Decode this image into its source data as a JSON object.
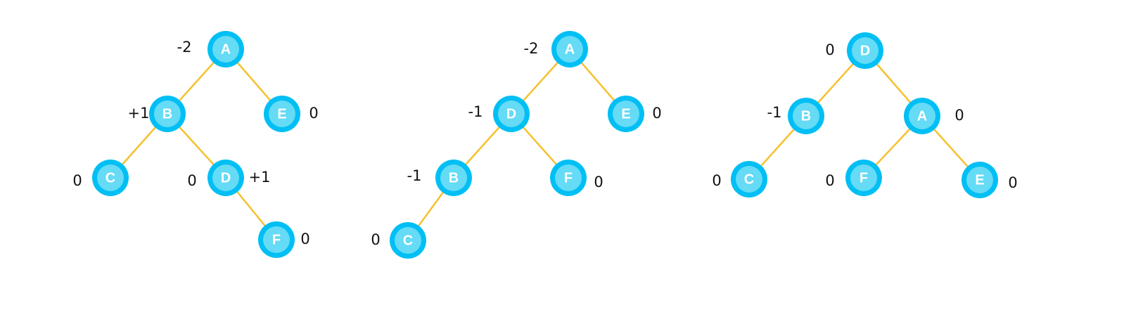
{
  "colors": {
    "node_outer": "#00BFF4",
    "node_inner": "#65DBF5",
    "edge": "#F5C12E",
    "text": "#111111"
  },
  "trees": [
    {
      "id": "tree-1",
      "nodes": [
        {
          "id": "t1-A",
          "label": "A",
          "balance": "-2"
        },
        {
          "id": "t1-B",
          "label": "B",
          "balance": "+1"
        },
        {
          "id": "t1-E",
          "label": "E",
          "balance": "0"
        },
        {
          "id": "t1-C",
          "label": "C",
          "balance": "0"
        },
        {
          "id": "t1-D",
          "label": "D",
          "balance": "+1"
        },
        {
          "id": "t1-F",
          "label": "F",
          "balance": "0"
        }
      ],
      "extra_labels": [
        {
          "id": "t1-extra-0",
          "text": "0"
        }
      ],
      "edges": [
        [
          "t1-A",
          "t1-B"
        ],
        [
          "t1-A",
          "t1-E"
        ],
        [
          "t1-B",
          "t1-C"
        ],
        [
          "t1-B",
          "t1-D"
        ],
        [
          "t1-D",
          "t1-F"
        ]
      ]
    },
    {
      "id": "tree-2",
      "nodes": [
        {
          "id": "t2-A",
          "label": "A",
          "balance": "-2"
        },
        {
          "id": "t2-D",
          "label": "D",
          "balance": "-1"
        },
        {
          "id": "t2-E",
          "label": "E",
          "balance": "0"
        },
        {
          "id": "t2-B",
          "label": "B",
          "balance": "-1"
        },
        {
          "id": "t2-F",
          "label": "F",
          "balance": "0"
        },
        {
          "id": "t2-C",
          "label": "C",
          "balance": "0"
        }
      ],
      "extra_labels": [],
      "edges": [
        [
          "t2-A",
          "t2-D"
        ],
        [
          "t2-A",
          "t2-E"
        ],
        [
          "t2-D",
          "t2-B"
        ],
        [
          "t2-D",
          "t2-F"
        ],
        [
          "t2-B",
          "t2-C"
        ]
      ]
    },
    {
      "id": "tree-3",
      "nodes": [
        {
          "id": "t3-D",
          "label": "D",
          "balance": "0"
        },
        {
          "id": "t3-B",
          "label": "B",
          "balance": "-1"
        },
        {
          "id": "t3-A",
          "label": "A",
          "balance": "0"
        },
        {
          "id": "t3-C",
          "label": "C",
          "balance": "0"
        },
        {
          "id": "t3-F",
          "label": "F",
          "balance": "0"
        },
        {
          "id": "t3-E",
          "label": "E",
          "balance": "0"
        }
      ],
      "extra_labels": [],
      "edges": [
        [
          "t3-D",
          "t3-B"
        ],
        [
          "t3-D",
          "t3-A"
        ],
        [
          "t3-B",
          "t3-C"
        ],
        [
          "t3-A",
          "t3-F"
        ],
        [
          "t3-A",
          "t3-E"
        ]
      ]
    }
  ]
}
